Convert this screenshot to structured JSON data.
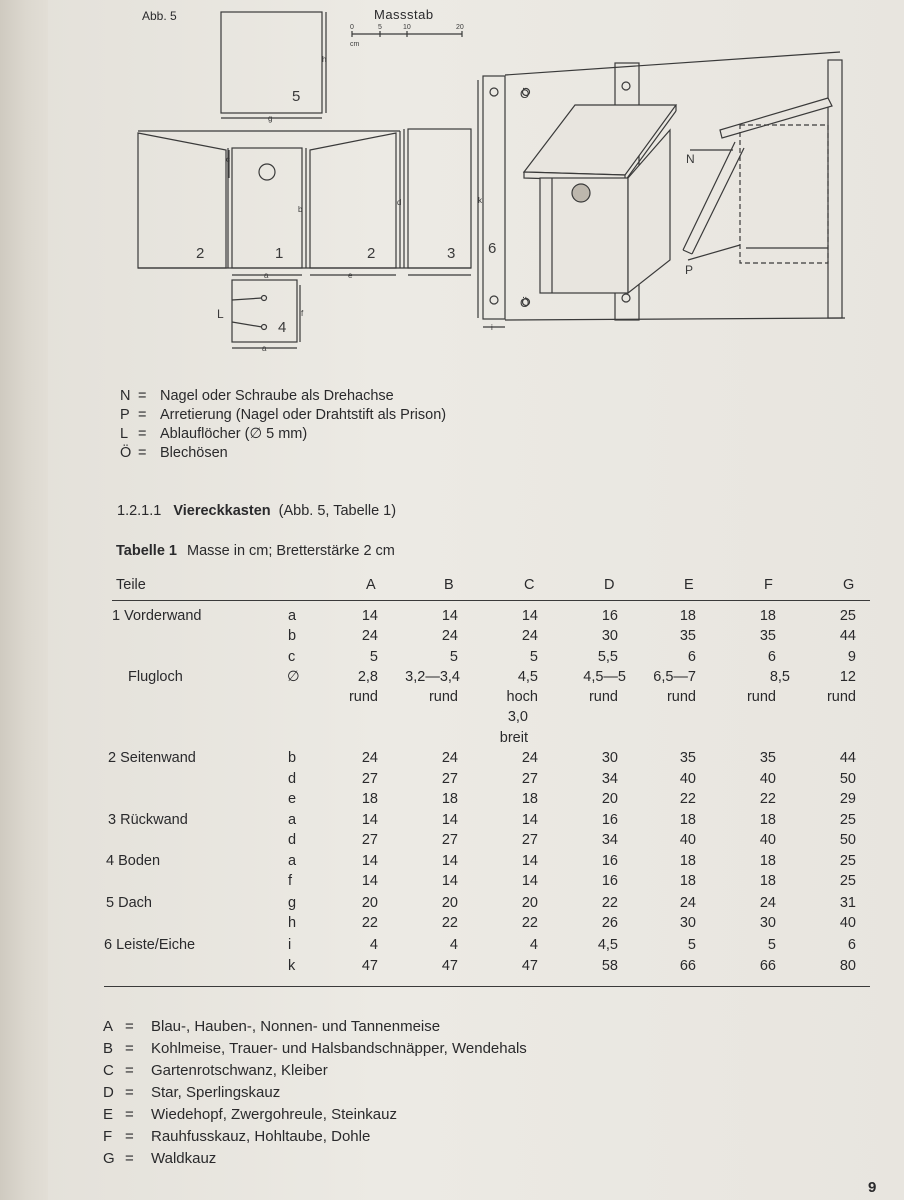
{
  "figure": {
    "label": "Abb. 5",
    "scale_title": "Massstab",
    "scale_ticks": [
      "0",
      "5",
      "10",
      "20"
    ],
    "scale_unit": "cm",
    "panel_numbers": [
      "5",
      "2",
      "1",
      "2",
      "3",
      "4",
      "6"
    ],
    "dim_letters": {
      "c": "c",
      "a": "a",
      "b": "b",
      "d": "d",
      "e": "e",
      "f": "f",
      "g": "g",
      "h": "h",
      "i": "i",
      "k": "k"
    },
    "callouts": {
      "L": "L",
      "N": "N",
      "P": "P",
      "O": "Ö"
    }
  },
  "legend_fig": [
    {
      "key": "N",
      "eq": "=",
      "text": "Nagel oder Schraube als Drehachse"
    },
    {
      "key": "P",
      "eq": "=",
      "text": "Arretierung (Nagel oder Drahtstift als Prison)"
    },
    {
      "key": "L",
      "eq": "=",
      "text": "Ablauflöcher (∅ 5 mm)"
    },
    {
      "key": "Ö",
      "eq": "=",
      "text": "Blechösen"
    }
  ],
  "section": {
    "number": "1.2.1.1",
    "title": "Viereckkasten",
    "ref": "(Abb. 5, Tabelle 1)"
  },
  "table": {
    "caption_bold": "Tabelle 1",
    "caption_rest": "Masse in cm; Bretterstärke 2 cm",
    "header": [
      "Teile",
      "A",
      "B",
      "C",
      "D",
      "E",
      "F",
      "G"
    ],
    "rows": [
      {
        "part": "1 Vorderwand",
        "dim": "a",
        "v": [
          "14",
          "14",
          "14",
          "16",
          "18",
          "18",
          "25"
        ]
      },
      {
        "part": "",
        "dim": "b",
        "v": [
          "24",
          "24",
          "24",
          "30",
          "35",
          "35",
          "44"
        ]
      },
      {
        "part": "",
        "dim": "c",
        "v": [
          "5",
          "5",
          "5",
          "5,5",
          "6",
          "6",
          "9"
        ]
      },
      {
        "part": "Flugloch",
        "dim": "∅",
        "v": [
          "2,8",
          "3,2—3,4",
          "4,5",
          "4,5—5",
          "6,5—7",
          "8,5",
          "12"
        ]
      },
      {
        "part": "",
        "dim": "",
        "v": [
          "rund",
          "rund",
          "hoch",
          "rund",
          "rund",
          "rund",
          "rund"
        ]
      },
      {
        "part": "",
        "dim": "",
        "v": [
          "",
          "",
          "3,0",
          "",
          "",
          "",
          ""
        ]
      },
      {
        "part": "",
        "dim": "",
        "v": [
          "",
          "",
          "breit",
          "",
          "",
          "",
          ""
        ]
      },
      {
        "part": "2 Seitenwand",
        "dim": "b",
        "v": [
          "24",
          "24",
          "24",
          "30",
          "35",
          "35",
          "44"
        ]
      },
      {
        "part": "",
        "dim": "d",
        "v": [
          "27",
          "27",
          "27",
          "34",
          "40",
          "40",
          "50"
        ]
      },
      {
        "part": "",
        "dim": "e",
        "v": [
          "18",
          "18",
          "18",
          "20",
          "22",
          "22",
          "29"
        ]
      },
      {
        "part": "3 Rückwand",
        "dim": "a",
        "v": [
          "14",
          "14",
          "14",
          "16",
          "18",
          "18",
          "25"
        ]
      },
      {
        "part": "",
        "dim": "d",
        "v": [
          "27",
          "27",
          "27",
          "34",
          "40",
          "40",
          "50"
        ]
      },
      {
        "part": "4 Boden",
        "dim": "a",
        "v": [
          "14",
          "14",
          "14",
          "16",
          "18",
          "18",
          "25"
        ]
      },
      {
        "part": "",
        "dim": "f",
        "v": [
          "14",
          "14",
          "14",
          "16",
          "18",
          "18",
          "25"
        ]
      },
      {
        "part": "5 Dach",
        "dim": "g",
        "v": [
          "20",
          "20",
          "20",
          "22",
          "24",
          "24",
          "31"
        ]
      },
      {
        "part": "",
        "dim": "h",
        "v": [
          "22",
          "22",
          "22",
          "26",
          "30",
          "30",
          "40"
        ]
      },
      {
        "part": "6 Leiste/Eiche",
        "dim": "i",
        "v": [
          "4",
          "4",
          "4",
          "4,5",
          "5",
          "5",
          "6"
        ]
      },
      {
        "part": "",
        "dim": "k",
        "v": [
          "47",
          "47",
          "47",
          "58",
          "66",
          "66",
          "80"
        ]
      }
    ]
  },
  "birds": [
    {
      "key": "A",
      "eq": "=",
      "text": "Blau-, Hauben-, Nonnen- und Tannenmeise"
    },
    {
      "key": "B",
      "eq": "=",
      "text": "Kohlmeise, Trauer- und Halsbandschnäpper, Wendehals"
    },
    {
      "key": "C",
      "eq": "=",
      "text": "Gartenrotschwanz, Kleiber"
    },
    {
      "key": "D",
      "eq": "=",
      "text": "Star, Sperlingskauz"
    },
    {
      "key": "E",
      "eq": "=",
      "text": "Wiedehopf, Zwergohreule, Steinkauz"
    },
    {
      "key": "F",
      "eq": "=",
      "text": "Rauhfusskauz, Hohltaube, Dohle"
    },
    {
      "key": "G",
      "eq": "=",
      "text": "Waldkauz"
    }
  ],
  "page_number": "9"
}
